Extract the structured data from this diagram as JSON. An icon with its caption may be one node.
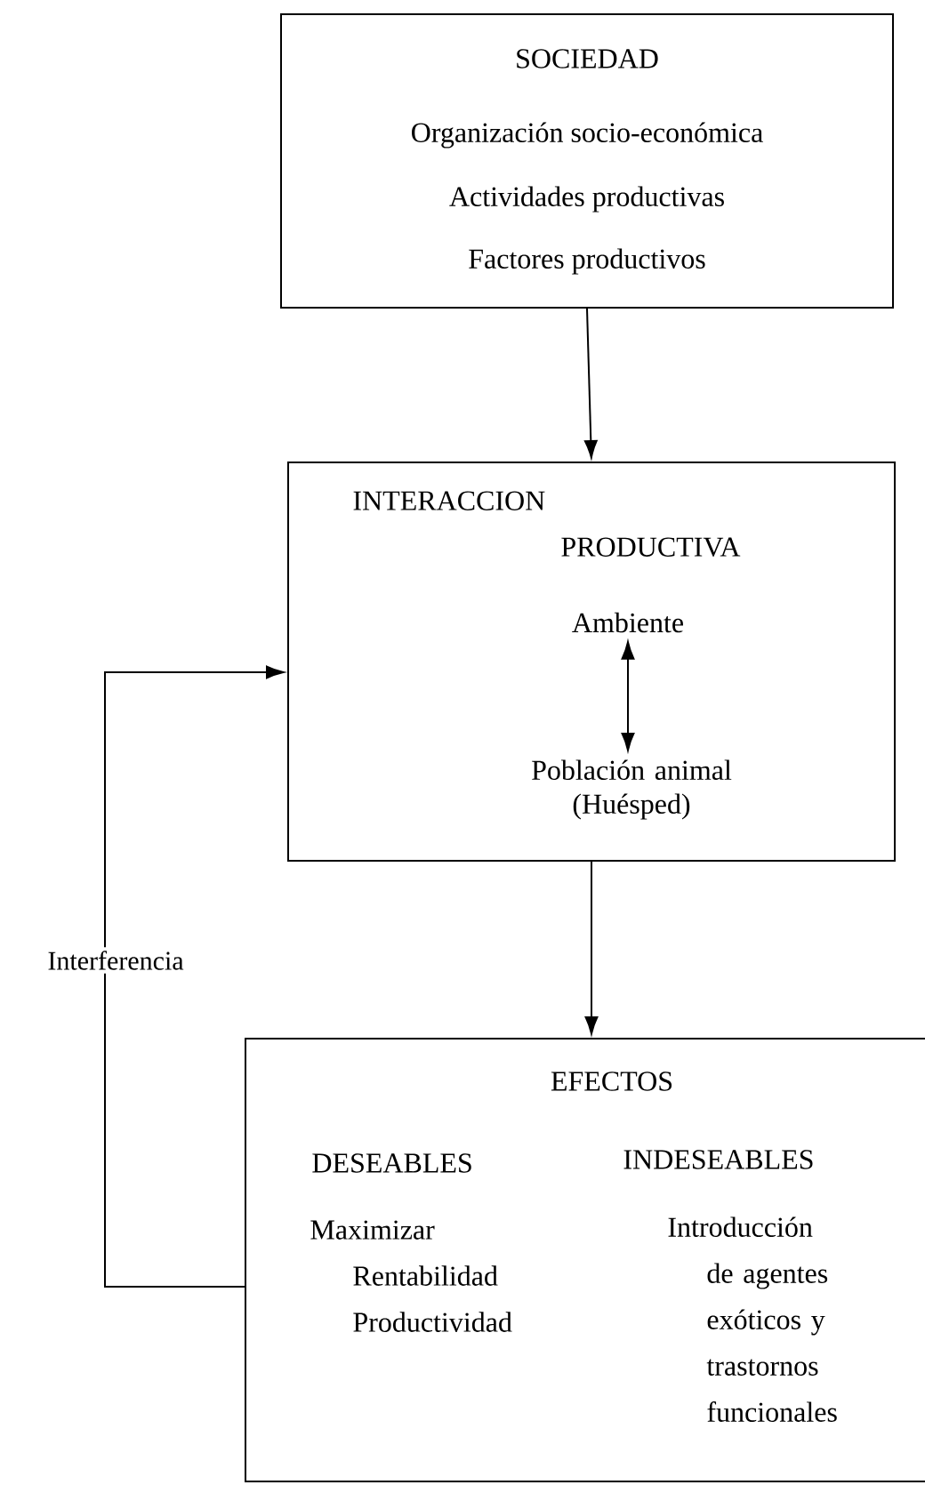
{
  "diagram": {
    "nodes": [
      {
        "text": [
          "SOCIEDAD",
          "Organización socio-económica",
          "Actividades productivas",
          "Factores productivos"
        ]
      },
      {
        "text": [
          "INTERACCION PRODUCTIVA"
        ]
      },
      {
        "text": [
          "Ambiente"
        ],
        "in": 1
      },
      {
        "text": [
          "Población animal (Huésped)"
        ],
        "in": 1
      },
      {
        "text": [
          "EFECTOS",
          "DESEABLES",
          "INDESEABLES",
          "Maximizar Rentabilidad Productividad",
          "Introducción de agentes exóticos y trastornos funcionales"
        ]
      }
    ],
    "edges": [
      {
        "from": 0,
        "to": 1,
        "arrow": "to"
      },
      {
        "from": 2,
        "to": 3,
        "arrow": "both"
      },
      {
        "from": 1,
        "to": 4,
        "arrow": "to"
      },
      {
        "from": 4,
        "to": 1,
        "arrow": "to",
        "label": "Interferencia"
      }
    ]
  }
}
